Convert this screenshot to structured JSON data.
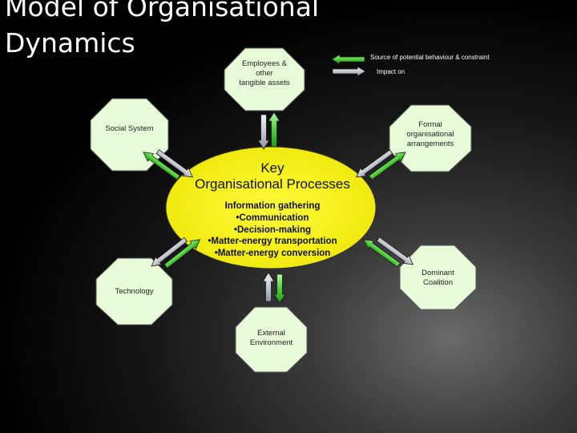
{
  "title": {
    "line1": "Model of Organisational",
    "line2": "Dynamics"
  },
  "legend": {
    "source_label": "Source of potential behaviour & constraint",
    "impact_label": "Impact on",
    "source_color": "#4cd137",
    "impact_color": "#bfc2c8"
  },
  "center": {
    "title_line1": "Key",
    "title_line2": "Organisational Processes",
    "items": [
      "Information gathering",
      "•Communication",
      "•Decision-making",
      "•Matter-energy transportation",
      "•Matter-energy conversion"
    ],
    "fill": "#f2ef0a"
  },
  "nodes": {
    "employees": {
      "line1": "Employees &",
      "line2": "other",
      "line3": "tangible assets"
    },
    "social": {
      "label": "Social System"
    },
    "formal": {
      "line1": "Formal",
      "line2": "organisational",
      "line3": "arrangements"
    },
    "technology": {
      "label": "Technology"
    },
    "dominant": {
      "line1": "Dominant",
      "line2": "Coalition"
    },
    "external": {
      "line1": "External",
      "line2": "Environment"
    },
    "fill": "#e8fbd8"
  }
}
